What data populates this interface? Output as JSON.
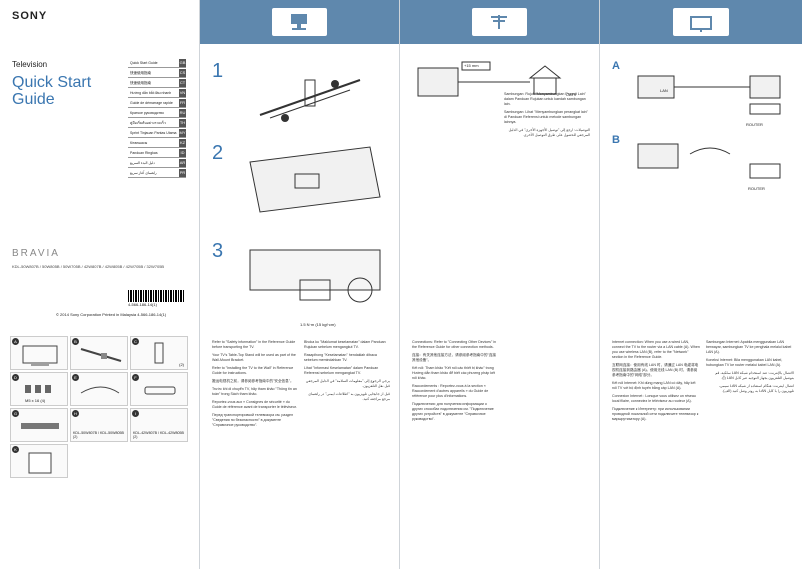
{
  "cover": {
    "brand": "SONY",
    "category": "Television",
    "title_line1": "Quick Start",
    "title_line2": "Guide",
    "bravia": "BRAVIA",
    "models": "KDL-50W807B / 50W805B / 50W705B / 42W807B / 42W805B / 42W705B / 32W705B",
    "barcode_number": "4-566-186-14(1)",
    "copyright": "© 2014 Sony Corporation    Printed in Malaysia    4-566-186-14(1)",
    "languages": [
      {
        "label": "Quick Start Guide",
        "page": "GB"
      },
      {
        "label": "快速使用指南",
        "page": "CS"
      },
      {
        "label": "快速使用指南",
        "page": "CT"
      },
      {
        "label": "Hướng dẫn bắt đầu nhanh",
        "page": "VN"
      },
      {
        "label": "Guide de démarrage rapide",
        "page": "FR"
      },
      {
        "label": "Краткое руководство",
        "page": "RU"
      },
      {
        "label": "คู่มือเริ่มต้นอย่างรวดเร็ว",
        "page": "TH"
      },
      {
        "label": "Sprint Tinjauan Pantas Utama",
        "page": "MY"
      },
      {
        "label": "Кітапшасы",
        "page": "KZ"
      },
      {
        "label": "Panduan Ringkas",
        "page": "ID"
      },
      {
        "label": "دليل البدء السريع",
        "page": "AR"
      },
      {
        "label": "راهنمای آغاز سریع",
        "page": "PR"
      }
    ],
    "items": [
      {
        "id": "A",
        "note": ""
      },
      {
        "id": "B",
        "note": ""
      },
      {
        "id": "C",
        "note": "(2)"
      },
      {
        "id": "D",
        "note": ""
      },
      {
        "id": "E",
        "note": "M5 x 16 (4)"
      },
      {
        "id": "F",
        "note": ""
      },
      {
        "id": "G",
        "note": ""
      },
      {
        "id": "H",
        "note": "KDL-50W807B / KDL-50W805B (2)"
      },
      {
        "id": "I",
        "note": ""
      },
      {
        "id": "J",
        "note": "KDL-42W807B / KDL-42W805B (2)"
      },
      {
        "id": "K",
        "note": ""
      }
    ]
  },
  "stand": {
    "steps": [
      "1",
      "2",
      "3"
    ],
    "screw_label": "1.5 N·m (15 kgf·cm)",
    "text_cols": [
      [
        "Refer to \"Safety information\" in the Reference Guide before transporting the TV.",
        "Your TV's Table-Top Stand will be used as part of the Wall-Mount Bracket.",
        "Refer to \"Installing the TV to the Wall\" in Reference Guide for instructions.",
        "搬运电视机之前，请参阅参考指南中的\"安全信息\"。",
        "Trước khi di chuyển TV, hãy tham khảo \"Thông tin an toàn\" trong Sách tham khảo.",
        "Reportez-vous aux « Consignes de sécurité » du Guide de référence avant de transporter le téléviseur.",
        "Перед транспортировкой телевизора см. раздел \"Сведения по безопасности\" в документе \"Справочное руководство\"."
      ],
      [
        "Bhoka ku \"Maklumat keselamatan\" dalam Panduan Rujukan sebelum mengangkut TV.",
        "Rasapihong \"Keselamatan\" hendaklah dibaca sebelum memindahkan TV.",
        "Lihat \"Informasi Keselamatan\" dalam Panduan Referensi sebelum mengangkat TV.",
        "يرجى الرجوع إلى \"معلومات السلامة\" في الدليل المرجعي قبل نقل التلفزيون.",
        "قبل از جابجایی تلویزیون به \"اطلاعات ایمنی\" در راهنمای مرجع مراجعه کنید."
      ]
    ]
  },
  "connections": {
    "cable_length": "+15 mm",
    "antenna_label": "CATV",
    "text_cols": [
      [
        "Connections: Refer to \"Connecting Other Devices\" in the Reference Guide for other connection methods.",
        "连接：有关其他连接方法，请参阅参考指南中的\"连接其他设备\"。",
        "Kết nối: Tham khảo \"Kết nối các thiết bị khác\" trong Hướng dẫn tham khảo để biết các phương pháp kết nối khác.",
        "Raccordements : Reportez-vous à la section « Raccordement d'autres appareils » du Guide de référence pour plus d'informations.",
        "Подключения: для получения информации о других способах подключения см. \"Подключение других устройств\" в документе \"Справочное руководство\"."
      ],
      [
        "Sambungan: Rujuk \"Menyambungkan Peranti Lain\" dalam Panduan Rujukan untuk kaedah sambungan lain.",
        "Sambungan: Lihat \"Menyambungkan perangkat lain\" di Panduan Referensi untuk metode sambungan lainnya.",
        "التوصيلات: ارجع إلى \"توصيل الأجهزة الأخرى\" في الدليل المرجعي للحصول على طرق التوصيل الأخرى."
      ]
    ]
  },
  "internet": {
    "option_a": "A",
    "option_b": "B",
    "lan_label": "LAN",
    "router_label": "ROUTER",
    "text_cols": [
      [
        "Internet connection: When you use a wired LAN, connect the TV to the router via a LAN cable (A). When you use wireless LAN (B), refer to the \"Network\" section in the Reference Guide.",
        "互联网连接：使用有线 LAN 时，请通过 LAN 电缆将电视机连接到路由器 (A)。使用无线 LAN (B) 时，请参阅参考指南中的\"网络\"部分。",
        "Kết nối Internet: Khi dùng mạng LAN có dây, hãy kết nối TV với bộ định tuyến bằng cáp LAN (A).",
        "Connexion Internet : Lorsque vous utilisez un réseau local filaire, connectez le téléviseur au routeur (A).",
        "Подключение к Интернету: при использовании проводной локальной сети подключите телевизор к маршрутизатору (A)."
      ],
      [
        "Sambungan Internet: Apabila menggunakan LAN berwayar, sambungkan TV ke penghala melalui kabel LAN (A).",
        "Koneksi Internet: Bila menggunakan LAN kabel, hubungkan TV ke router melalui kabel LAN (A).",
        "الاتصال بالإنترنت: عند استخدام شبكة LAN سلكية، قم بتوصيل التلفزيون بجهاز التوجيه عبر كابل LAN (أ).",
        "اتصال اینترنت: هنگام استفاده از شبکه LAN سیمی، تلویزیون را با کابل LAN به روتر وصل کنید (الف)."
      ]
    ]
  }
}
